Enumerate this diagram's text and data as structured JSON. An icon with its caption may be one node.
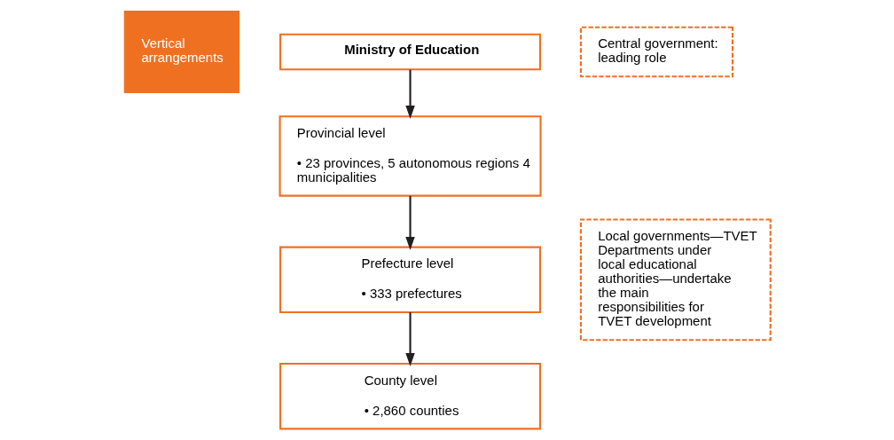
{
  "diagram": {
    "nodes": [
      {
        "text": [
          "Vertical arrangements"
        ]
      },
      {
        "text": [
          "Ministry of Education"
        ]
      },
      {
        "text": [
          "Provincial level",
          "• 23 provinces, 5 autonomous regions 4 municipalities"
        ]
      },
      {
        "text": [
          "Prefecture level",
          "• 333 prefectures"
        ]
      },
      {
        "text": [
          "County level",
          "• 2,860 counties"
        ]
      },
      {
        "text": [
          "Central government: leading role"
        ]
      },
      {
        "text": [
          "Local governments—TVET Departments under local educational authorities—undertake the main responsibilities for TVET development"
        ]
      }
    ],
    "edges": [
      {
        "from": 1,
        "to": 2,
        "arrow": "to"
      },
      {
        "from": 2,
        "to": 3,
        "arrow": "to"
      },
      {
        "from": 3,
        "to": 4,
        "arrow": "to"
      }
    ]
  }
}
